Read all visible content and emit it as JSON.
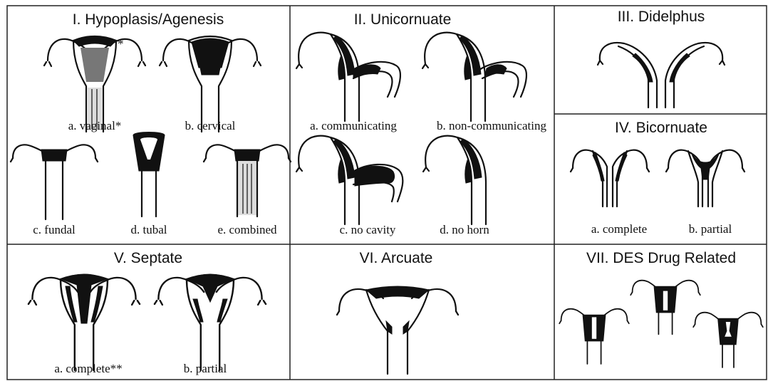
{
  "panels": {
    "p1": {
      "title": "I.  Hypoplasis/Agenesis",
      "captions": [
        "a. vaginal*",
        "b. cervical",
        "c. fundal",
        "d. tubal",
        "e. combined"
      ],
      "asterisk_mark": "*"
    },
    "p2": {
      "title": "II.  Unicornuate",
      "captions": [
        "a. communicating",
        "b. non-communicating",
        "c. no cavity",
        "d. no horn"
      ]
    },
    "p3": {
      "title": "III.  Didelphus"
    },
    "p4": {
      "title": "IV.  Bicornuate",
      "captions": [
        "a. complete",
        "b. partial"
      ]
    },
    "p5": {
      "title": "V.  Septate",
      "captions": [
        "a. complete**",
        "b. partial"
      ]
    },
    "p6": {
      "title": "VI.  Arcuate"
    },
    "p7": {
      "title": "VII.  DES Drug Related"
    }
  }
}
